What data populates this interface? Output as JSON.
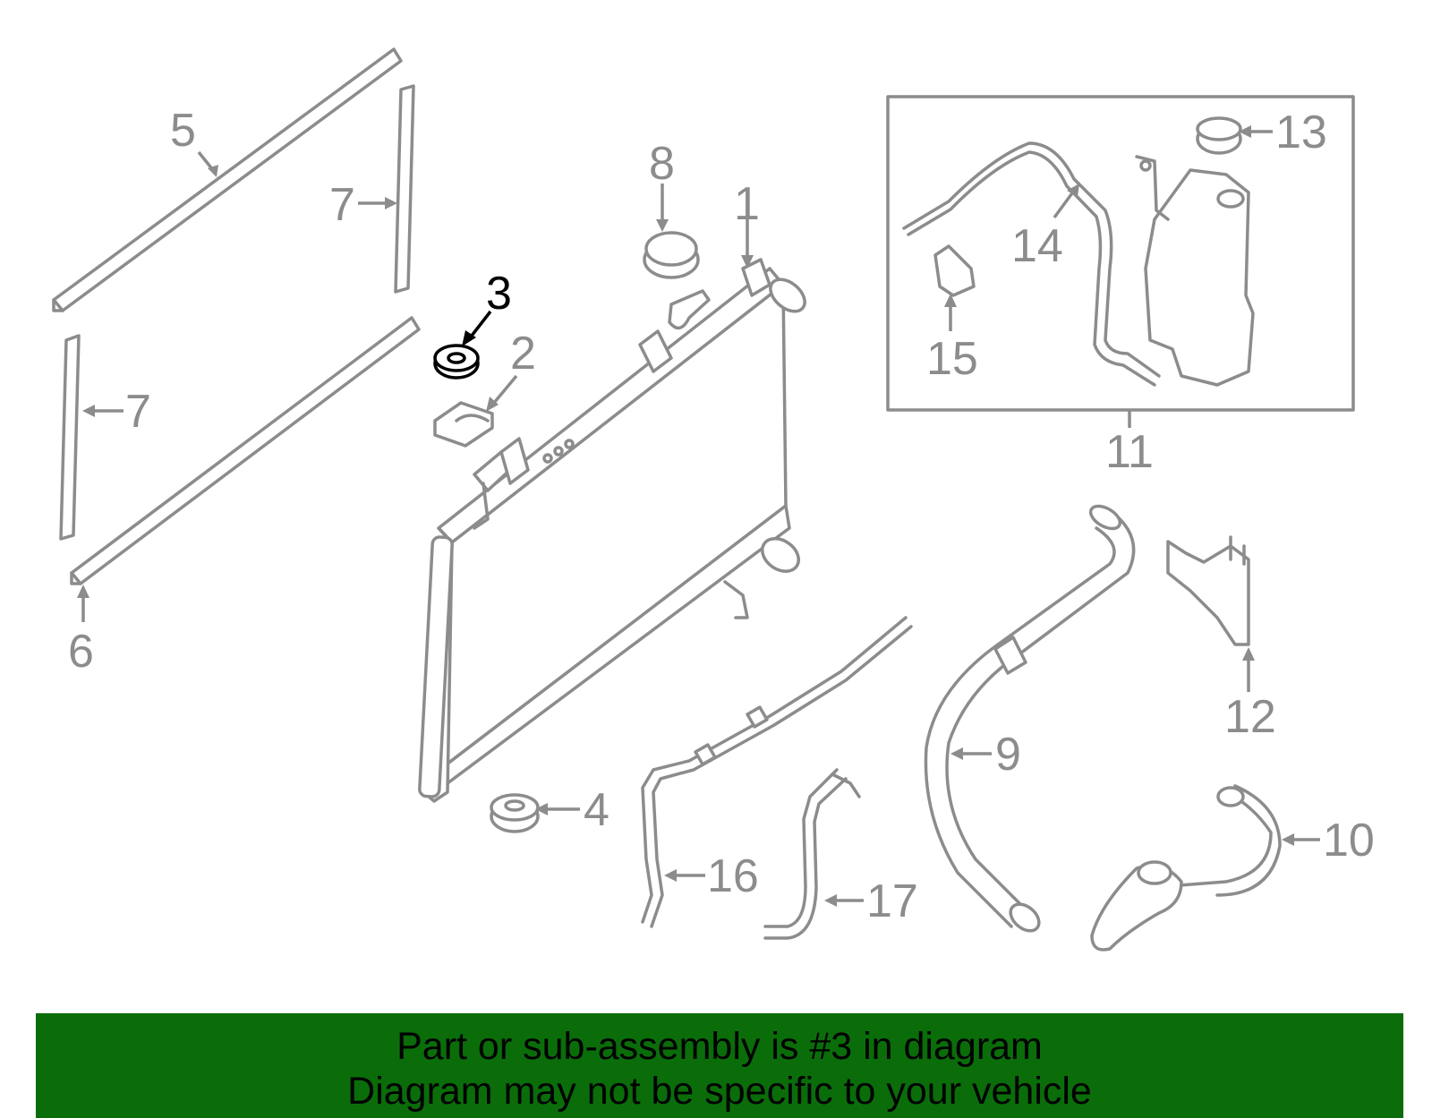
{
  "callouts": [
    {
      "id": "1",
      "label": "1",
      "highlight": false
    },
    {
      "id": "2",
      "label": "2",
      "highlight": false
    },
    {
      "id": "3",
      "label": "3",
      "highlight": true
    },
    {
      "id": "4",
      "label": "4",
      "highlight": false
    },
    {
      "id": "5",
      "label": "5",
      "highlight": false
    },
    {
      "id": "6",
      "label": "6",
      "highlight": false
    },
    {
      "id": "7a",
      "label": "7",
      "highlight": false
    },
    {
      "id": "7b",
      "label": "7",
      "highlight": false
    },
    {
      "id": "8",
      "label": "8",
      "highlight": false
    },
    {
      "id": "9",
      "label": "9",
      "highlight": false
    },
    {
      "id": "10",
      "label": "10",
      "highlight": false
    },
    {
      "id": "11",
      "label": "11",
      "highlight": false
    },
    {
      "id": "12",
      "label": "12",
      "highlight": false
    },
    {
      "id": "13",
      "label": "13",
      "highlight": false
    },
    {
      "id": "14",
      "label": "14",
      "highlight": false
    },
    {
      "id": "15",
      "label": "15",
      "highlight": false
    },
    {
      "id": "16",
      "label": "16",
      "highlight": false
    },
    {
      "id": "17",
      "label": "17",
      "highlight": false
    }
  ],
  "banner": {
    "line1": "Part or sub-assembly is #3 in diagram",
    "line2": "Diagram may not be specific to your vehicle"
  },
  "colors": {
    "line_art": "#8c8c8c",
    "highlight": "#000000",
    "banner_bg": "#0a6d0a",
    "banner_text": "#000000"
  }
}
